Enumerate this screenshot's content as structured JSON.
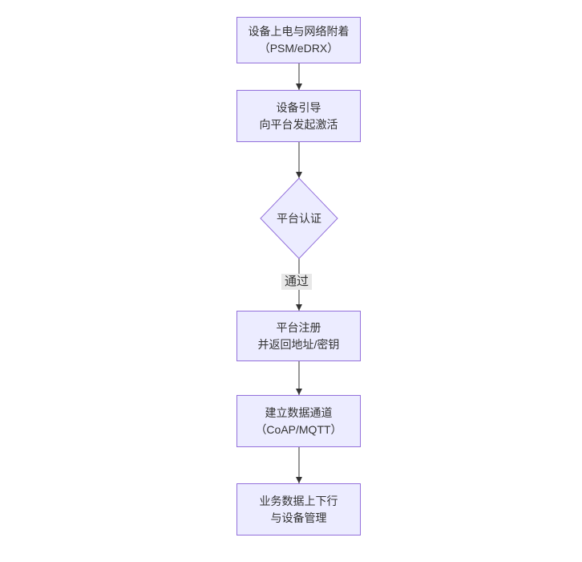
{
  "flowchart": {
    "nodes": [
      {
        "id": "power-attach",
        "shape": "rect",
        "lines": [
          "设备上电与网络附着",
          "（PSM/eDRX）"
        ]
      },
      {
        "id": "bootstrap",
        "shape": "rect",
        "lines": [
          "设备引导",
          "向平台发起激活"
        ]
      },
      {
        "id": "platform-auth",
        "shape": "diamond",
        "lines": [
          "平台认证"
        ]
      },
      {
        "id": "register",
        "shape": "rect",
        "lines": [
          "平台注册",
          "并返回地址/密钥"
        ]
      },
      {
        "id": "data-channel",
        "shape": "rect",
        "lines": [
          "建立数据通道",
          "（CoAP/MQTT）"
        ]
      },
      {
        "id": "business-data",
        "shape": "rect",
        "lines": [
          "业务数据上下行",
          "与设备管理"
        ]
      }
    ],
    "edge_label": "通过",
    "colors": {
      "node_fill": "#ECECFF",
      "node_border": "#9370DB",
      "arrow": "#333333",
      "edge_label_bg": "#e8e8e8",
      "text": "#333333",
      "background": "#ffffff"
    }
  }
}
